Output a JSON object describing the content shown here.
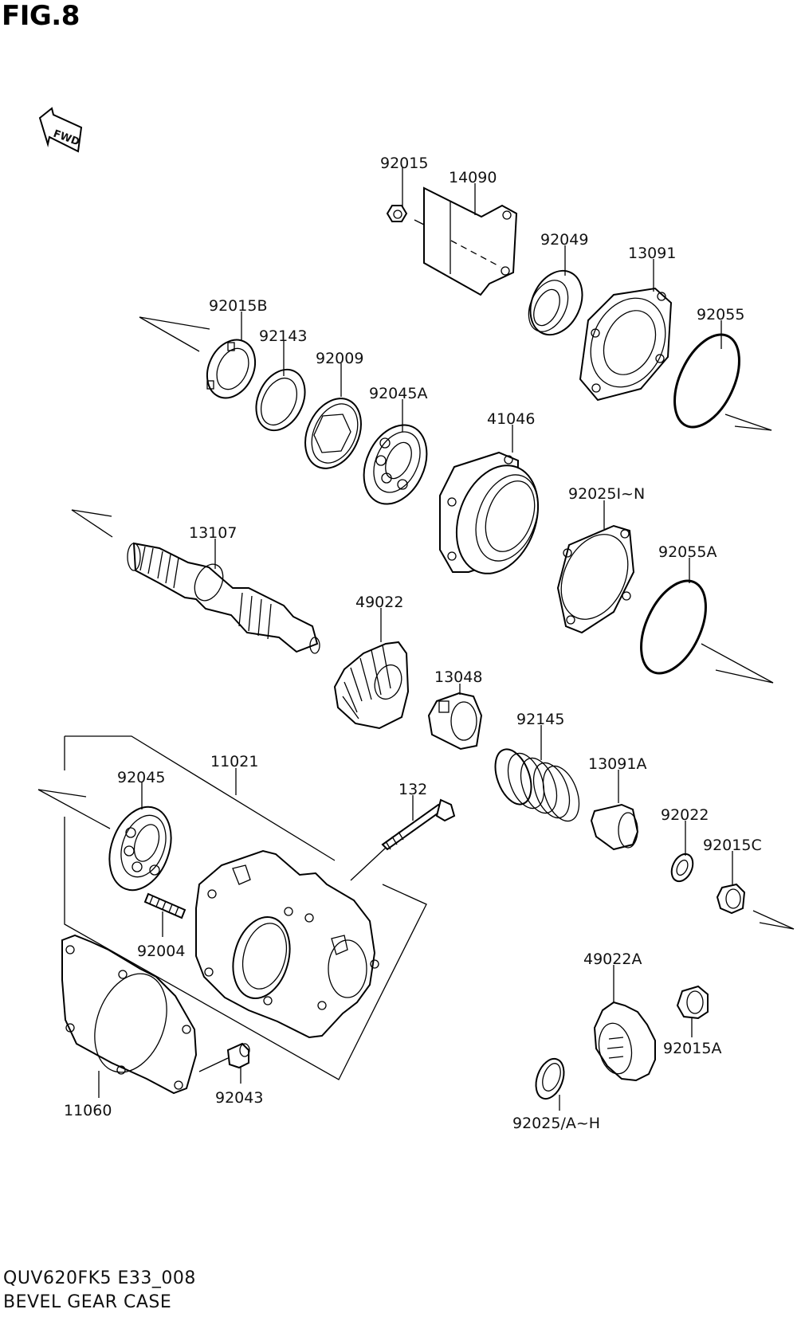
{
  "figure": {
    "title": "FIG.8",
    "fwd_label": "FWD"
  },
  "footer": {
    "code": "QUV620FK5 E33_008",
    "name": "BEVEL GEAR CASE"
  },
  "callouts": [
    "92015",
    "14090",
    "92049",
    "13091",
    "92055",
    "92015B",
    "92143",
    "92009",
    "92045A",
    "41046",
    "92025I~N",
    "13107",
    "92055A",
    "49022",
    "13048",
    "92145",
    "11021",
    "92045",
    "132",
    "13091A",
    "92022",
    "92015C",
    "92004",
    "49022A",
    "92015A",
    "11060",
    "92043",
    "92025/A~H"
  ]
}
